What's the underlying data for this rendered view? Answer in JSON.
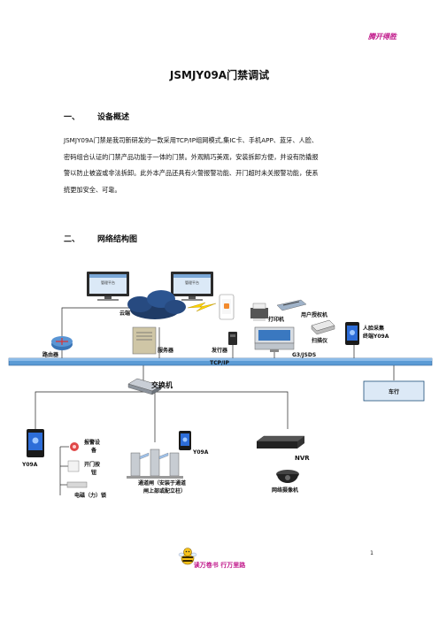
{
  "header": {
    "brand": "腾开得胜"
  },
  "title": "JSMJY09A门禁调试",
  "section1": {
    "num": "一、",
    "heading": "设备概述",
    "lines": [
      "JSMJY09A门禁是我司新研发的一款采用TCP/IP组网模式,集IC卡、手机APP、蓝牙、人脸、",
      "密码组合认证的门禁产品功能于一体的门禁。外观精巧美观，安装拆卸方便，并设有防撬报",
      "警以防止被盗或非法拆卸。此外本产品还具有火警报警功能、开门超时未关报警功能，使系",
      "统更加安全、可靠。"
    ]
  },
  "section2": {
    "num": "二、",
    "heading": "网络结构图"
  },
  "diagram": {
    "monitor_left_label": "管理平台",
    "monitor_right_label": "管理平台",
    "cloud_label": "云端",
    "router_label": "路由器",
    "server_label": "服务器",
    "printer_label": "打印机",
    "auth_label": "用户授权机",
    "scanner_label": "扫描仪",
    "issuer_label": "发行器",
    "g3_label": "G3/JSDS",
    "face_label_1": "人脸采集",
    "face_label_2": "终端Y09A",
    "bus_label": "TCP/IP",
    "switch_label": "交换机",
    "car_label": "车行",
    "y09a_left_label": "Y09A",
    "alarm_label_1": "报警设",
    "alarm_label_2": "备",
    "button_label_1": "开门按",
    "button_label_2": "钮",
    "lock_label": "电磁（力）锁",
    "gate_y09a_label": "Y09A",
    "gate_label_1": "通道闸（安装于通道",
    "gate_label_2": "闸上部或配立柱）",
    "nvr_label": "NVR",
    "camera_label": "网络摄像机"
  },
  "footer": {
    "page": "1",
    "slogan": "读万卷书  行万里路"
  },
  "colors": {
    "brand": "#c0178a",
    "bus_blue": "#5b9bd5",
    "dark_blue": "#1f4e79"
  }
}
